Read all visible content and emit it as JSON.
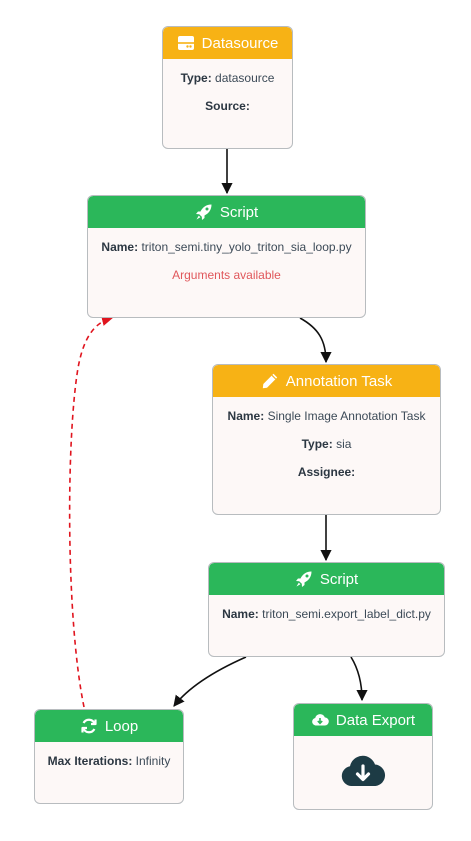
{
  "nodes": {
    "datasource": {
      "title": "Datasource",
      "icon": "server-icon",
      "color": "#f7b215",
      "type_label": "Type:",
      "type_value": "datasource",
      "source_label": "Source:",
      "source_value": ""
    },
    "script1": {
      "title": "Script",
      "icon": "rocket-icon",
      "color": "#2bb75a",
      "name_label": "Name:",
      "name_value": "triton_semi.tiny_yolo_triton_sia_loop.py",
      "arguments_note": "Arguments available"
    },
    "annotation": {
      "title": "Annotation Task",
      "icon": "pencil-icon",
      "color": "#f7b215",
      "name_label": "Name:",
      "name_value": "Single Image Annotation Task",
      "type_label": "Type:",
      "type_value": "sia",
      "assignee_label": "Assignee:",
      "assignee_value": ""
    },
    "script2": {
      "title": "Script",
      "icon": "rocket-icon",
      "color": "#2bb75a",
      "name_label": "Name:",
      "name_value": "triton_semi.export_label_dict.py"
    },
    "loop": {
      "title": "Loop",
      "icon": "refresh-icon",
      "color": "#2bb75a",
      "iter_label": "Max Iterations:",
      "iter_value": "Infinity"
    },
    "export": {
      "title": "Data Export",
      "icon": "cloud-download-icon",
      "color": "#2bb75a"
    }
  },
  "edges": [
    {
      "from": "datasource",
      "to": "script1",
      "style": "solid"
    },
    {
      "from": "script1",
      "to": "annotation",
      "style": "solid"
    },
    {
      "from": "annotation",
      "to": "script2",
      "style": "solid"
    },
    {
      "from": "script2",
      "to": "loop",
      "style": "solid"
    },
    {
      "from": "script2",
      "to": "export",
      "style": "solid"
    },
    {
      "from": "loop",
      "to": "script1",
      "style": "dashed",
      "color": "#e0141e"
    }
  ]
}
